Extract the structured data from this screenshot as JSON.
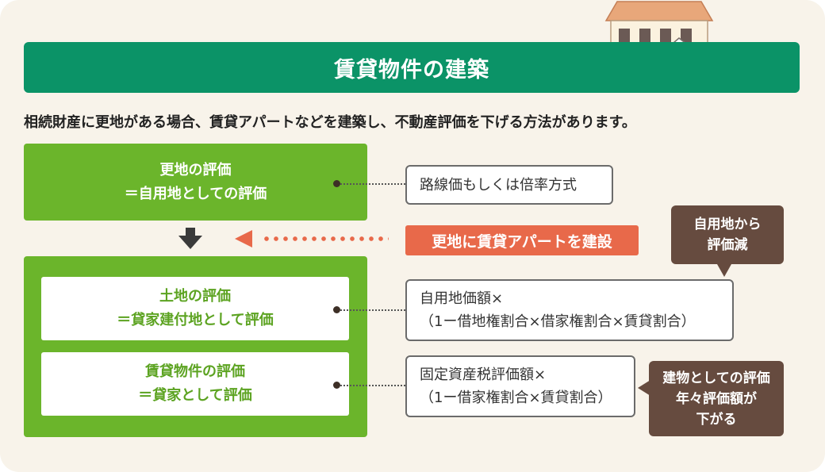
{
  "title": "賃貸物件の建築",
  "intro": "相続財産に更地がある場合、賃貸アパートなどを建築し、不動産評価を下げる方法があります。",
  "top_box": {
    "line1": "更地の評価",
    "line2": "＝自用地としての評価"
  },
  "method_box": {
    "text": "路線価もしくは倍率方式"
  },
  "action_label": "更地に賃貸アパートを建設",
  "callout_land": {
    "line1": "自用地から",
    "line2": "評価減"
  },
  "land_box": {
    "line1": "土地の評価",
    "line2": "＝貸家建付地として評価"
  },
  "land_formula": {
    "line1": "自用地価額×",
    "line2": "（1ー借地権割合×借家権割合×賃貸割合）"
  },
  "building_box": {
    "line1": "賃貸物件の評価",
    "line2": "＝貸家として評価"
  },
  "building_formula": {
    "line1": "固定資産税評価額×",
    "line2": "（1ー借家権割合×賃貸割合）"
  },
  "callout_building": {
    "line1": "建物としての評価",
    "line2": "年々評価額が",
    "line3": "下がる"
  },
  "colors": {
    "title_bg": "#0b9367",
    "green_box": "#6bb52b",
    "orange": "#e8694a",
    "callout_bg": "#664b3f",
    "panel_bg": "#f8f3ea"
  },
  "icons": [
    "apartment-building-icon",
    "down-arrow-icon",
    "left-arrow-icon"
  ]
}
